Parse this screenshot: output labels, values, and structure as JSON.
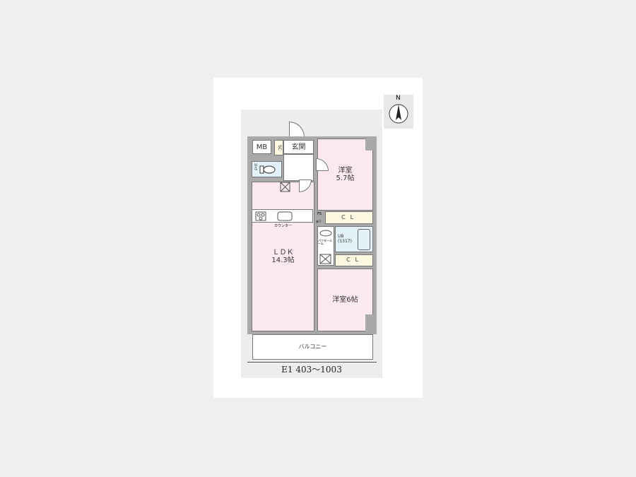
{
  "rooms": {
    "mb": "MB",
    "sc": "SC",
    "entrance": "玄関",
    "toilet_storage": "ｽﾄｯｸ",
    "ldk_name": "ＬＤＫ",
    "ldk_size": "14.3帖",
    "counter": "カウンター",
    "western1_name": "洋室",
    "western1_size": "5.7帖",
    "cl1": "ＣＬ",
    "cl2": "ＣＬ",
    "ub": "UB",
    "ub_size": "(1317)",
    "washroom": "パウダールーム",
    "western2": "洋室6帖",
    "balcony": "バルコニー",
    "fs": "FS",
    "hinge": "床下"
  },
  "compass": {
    "label": "N"
  },
  "plan_title": "E1 403〜1003"
}
